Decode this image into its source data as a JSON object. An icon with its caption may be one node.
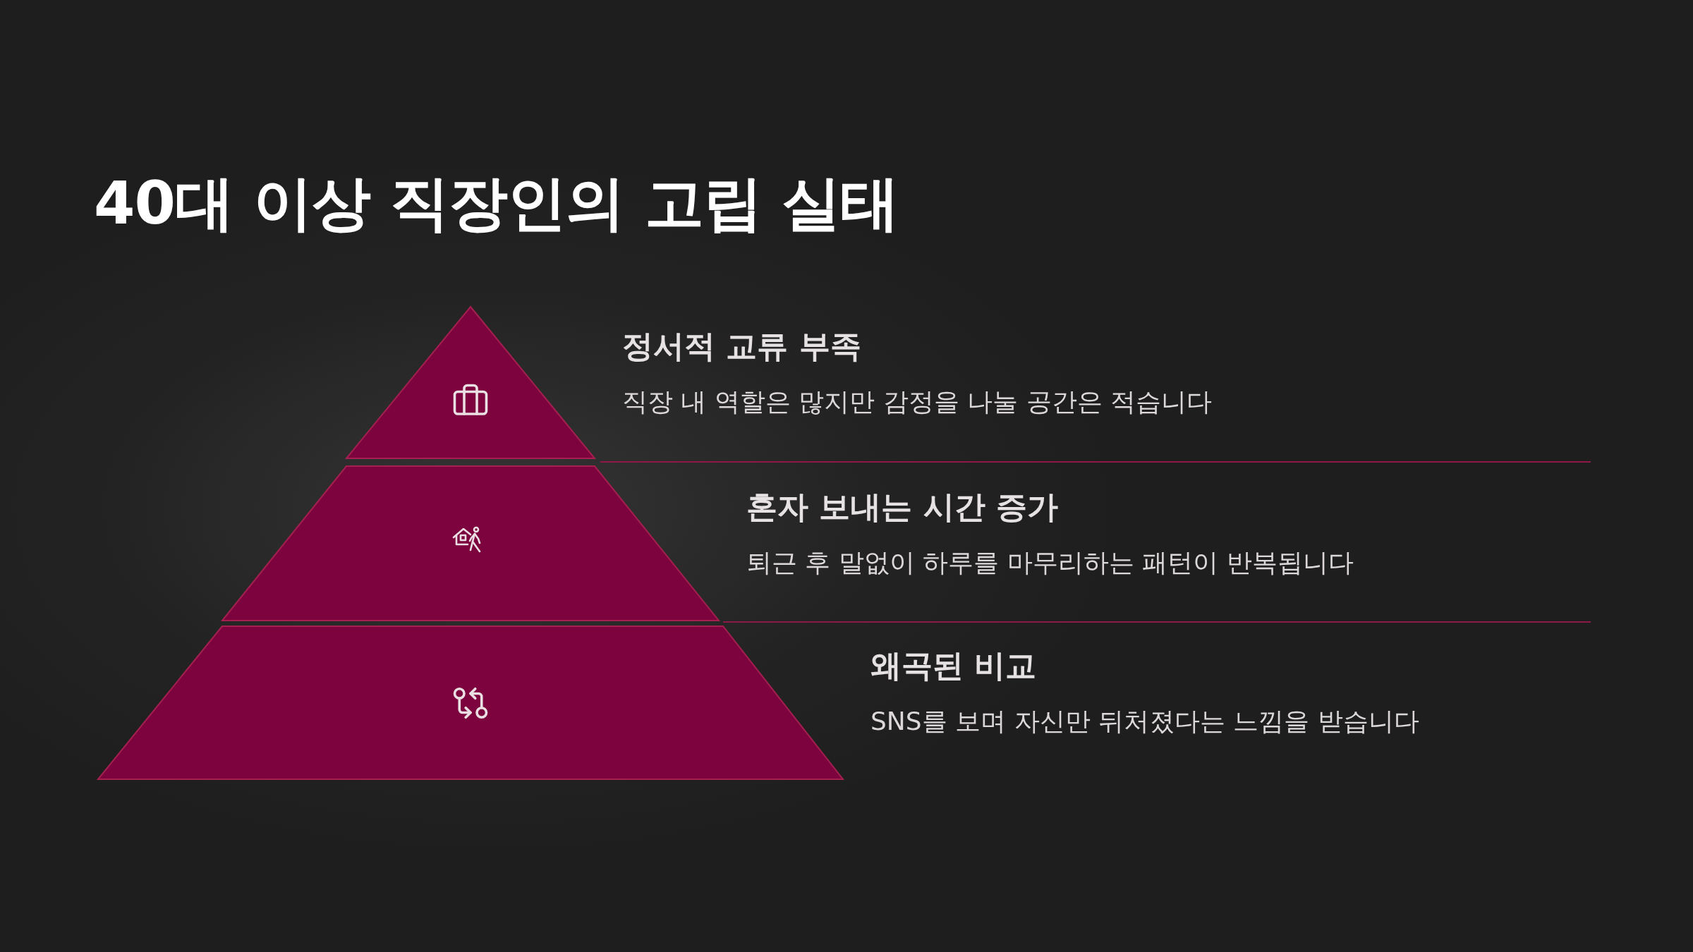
{
  "diagram": {
    "title": "40대 이상 직장인의 고립 실태",
    "nodes": [
      {
        "text": [
          "정서적 교류 부족",
          "직장 내 역할은 많지만 감정을 나눌 공간은 적습니다"
        ]
      },
      {
        "text": [
          "혼자 보내는 시간 증가",
          "퇴근 후 말없이 하루를 마무리하는 패턴이 반복됩니다"
        ]
      },
      {
        "text": [
          "왜곡된 비교",
          "SNS를 보며 자신만 뒤처졌다는 느낌을 받습니다"
        ]
      }
    ]
  }
}
